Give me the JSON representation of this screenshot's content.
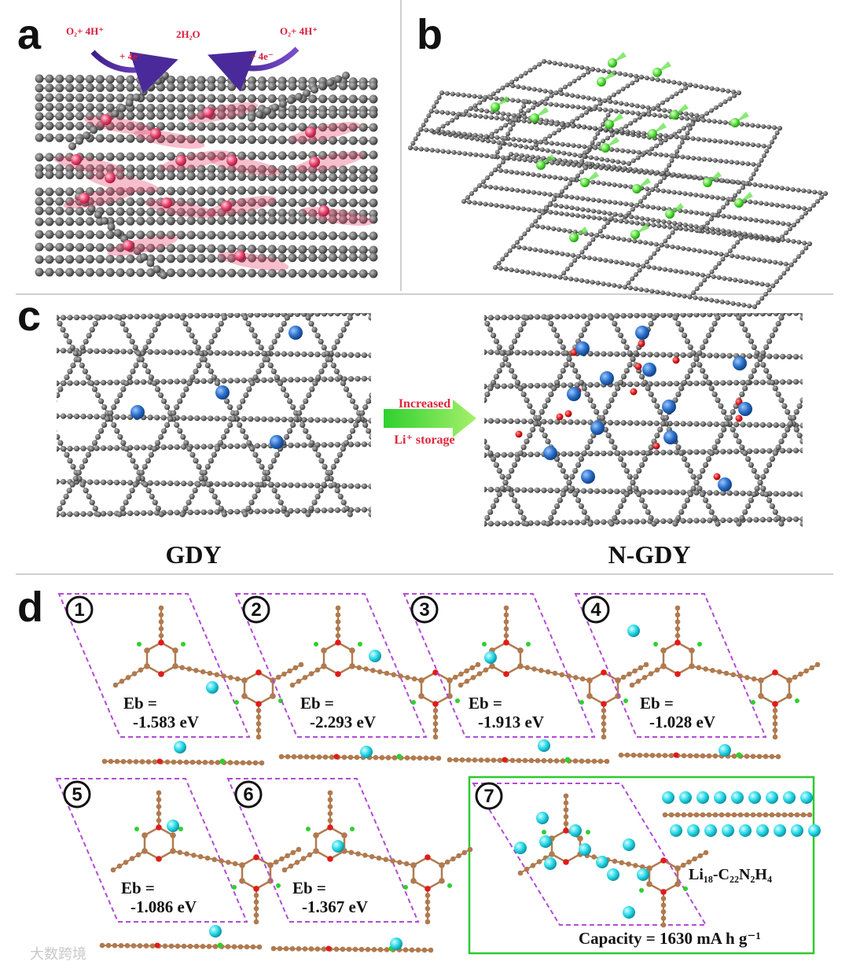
{
  "panels": {
    "a": {
      "label": "a",
      "reaction_left": "O₂+ 4H⁺",
      "reaction_right": "O₂+ 4H⁺",
      "product": "2H₂O",
      "electrons_left": "+ 4e⁻",
      "electrons_right": "+ 4e⁻"
    },
    "b": {
      "label": "b"
    },
    "c": {
      "label": "c",
      "left_title": "GDY",
      "right_title": "N-GDY",
      "arrow_top": "Increased",
      "arrow_bottom": "Li⁺ storage"
    },
    "d": {
      "label": "d",
      "sites": [
        {
          "num": "1",
          "eb_label": "Eb =",
          "eb_value": "-1.583 eV"
        },
        {
          "num": "2",
          "eb_label": "Eb =",
          "eb_value": "-2.293 eV"
        },
        {
          "num": "3",
          "eb_label": "Eb =",
          "eb_value": "-1.913 eV"
        },
        {
          "num": "4",
          "eb_label": "Eb =",
          "eb_value": "-1.028 eV"
        },
        {
          "num": "5",
          "eb_label": "Eb =",
          "eb_value": "-1.086 eV"
        },
        {
          "num": "6",
          "eb_label": "Eb =",
          "eb_value": "-1.367 eV"
        }
      ],
      "site7": {
        "num": "7",
        "formula": "Li₁₈-C₂₂N₂H₄",
        "capacity": "Capacity =  1630 mA h g⁻¹"
      }
    }
  },
  "colors": {
    "carbon": "#6e6e6e",
    "carbon_d": "#b07a4f",
    "oxygen_pink": "#e8456e",
    "lithium_green": "#56e03a",
    "lithium_blue": "#2a6fc9",
    "nitrogen_red": "#e21a1a",
    "lithium_cyan": "#24d8e8",
    "hydrogen_green": "#2fd02f",
    "cell_border": "#b24bd6",
    "highlight_box": "#2ec92e"
  },
  "watermark": "大数跨境"
}
